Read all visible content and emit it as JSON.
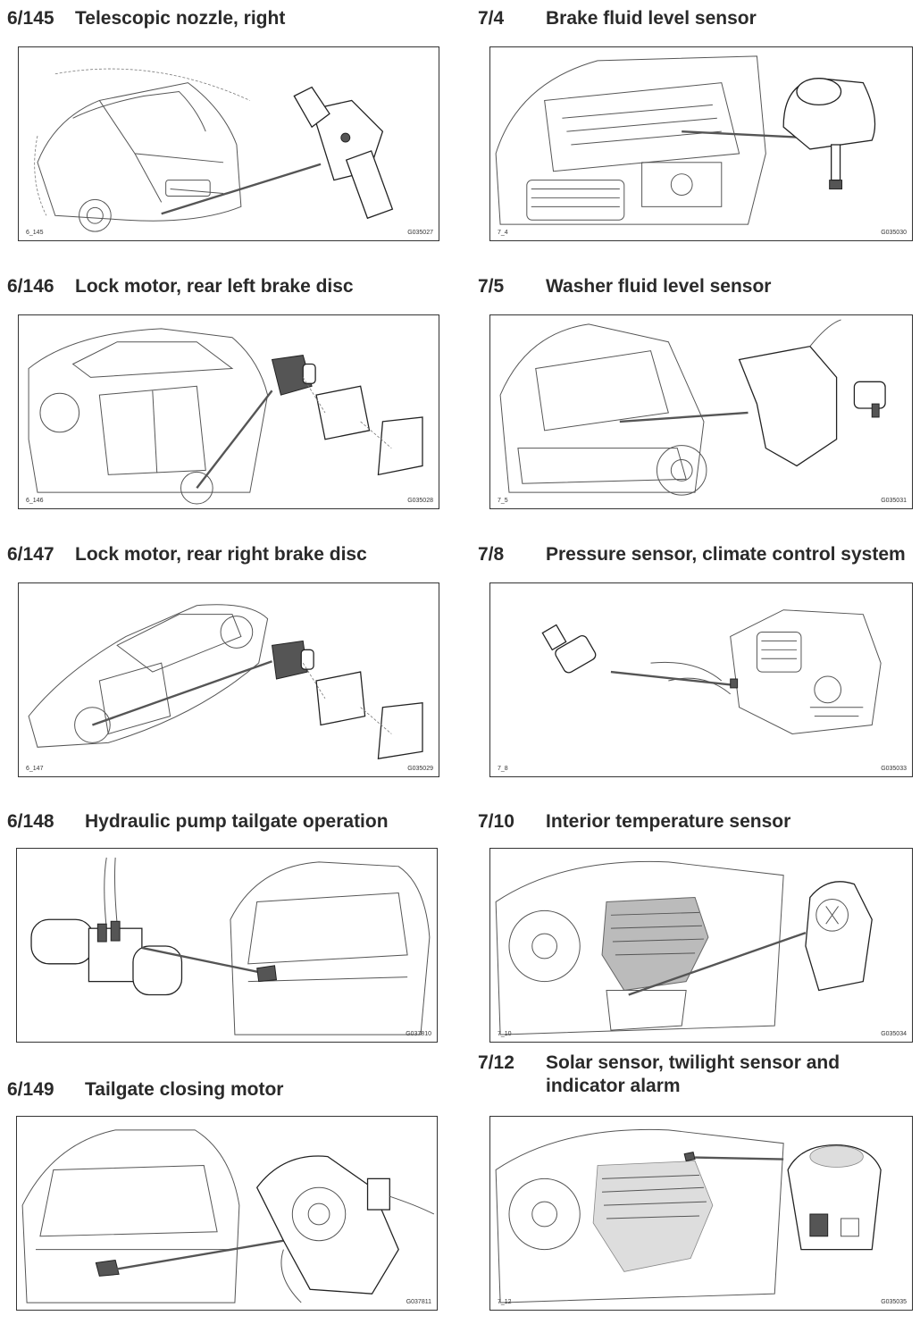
{
  "left": [
    {
      "num": "6/145",
      "title": "Telescopic nozzle, right",
      "label": "6_145",
      "code": "G035027"
    },
    {
      "num": "6/146",
      "title": "Lock motor, rear left brake disc",
      "label": "6_146",
      "code": "G035028"
    },
    {
      "num": "6/147",
      "title": "Lock motor, rear right brake disc",
      "label": "6_147",
      "code": "G035029"
    },
    {
      "num": "6/148",
      "title": "Hydraulic pump tailgate operation",
      "label": "",
      "code": "G037810"
    },
    {
      "num": "6/149",
      "title": "Tailgate closing motor",
      "label": "",
      "code": "G037811"
    }
  ],
  "right": [
    {
      "num": "7/4",
      "title": "Brake fluid level sensor",
      "label": "7_4",
      "code": "G035030"
    },
    {
      "num": "7/5",
      "title": "Washer fluid level sensor",
      "label": "7_5",
      "code": "G035031"
    },
    {
      "num": "7/8",
      "title": "Pressure sensor, climate control system",
      "label": "7_8",
      "code": "G035033"
    },
    {
      "num": "7/10",
      "title": "Interior temperature sensor",
      "label": "7_10",
      "code": "G035034"
    },
    {
      "num": "7/12",
      "title": "Solar sensor, twilight sensor and indicator alarm",
      "label": "7_12",
      "code": "G035035"
    }
  ]
}
